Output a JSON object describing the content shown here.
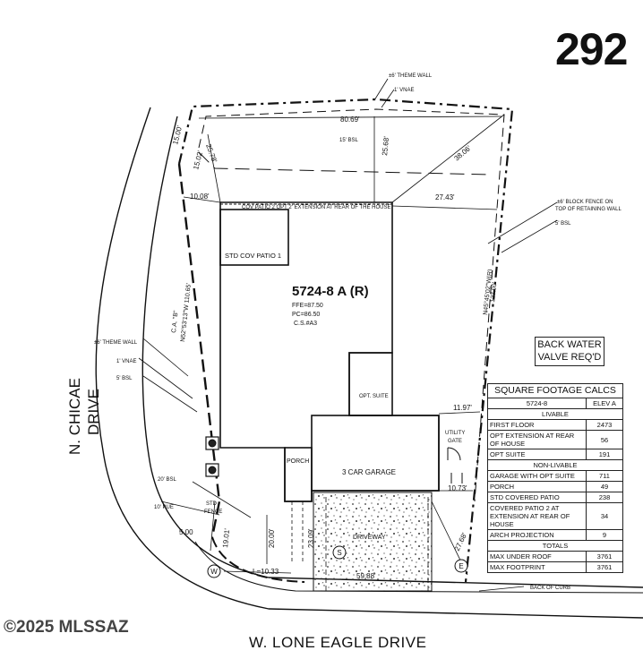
{
  "lot_number": "292",
  "copyright": "©2025 MLSSAZ",
  "streets": {
    "bottom": "W. LONE EAGLE DRIVE",
    "left_line1": "N. CHICAE",
    "left_line2": "DRIVE"
  },
  "plan": {
    "model": "5724-8 A (R)",
    "ffe": "FFE=87.50",
    "pc": "PC=86.50",
    "cs": "C.S.#A3",
    "std_cov_patio": "STD COV PATIO 1",
    "cov_patio_ext": "COV PATIO 2 OPT 2' EXTENSION AT REAR OF THE HOUSE",
    "opt_suite": "OPT. SUITE",
    "garage": "3 CAR GARAGE",
    "porch": "PORCH",
    "driveway": "DRIVEWAY",
    "utility_gate_1": "UTILITY",
    "utility_gate_2": "GATE",
    "std_fence_1": "STD",
    "std_fence_2": "FENCE"
  },
  "annotations": {
    "theme_wall_top": "±6' THEME WALL",
    "vnae_top": "1' VNAE",
    "block_fence_1": "±6' BLOCK FENCE ON",
    "block_fence_2": "TOP OF RETAINING WALL",
    "bsl_right": "5' BSL",
    "bsl_rear": "15' BSL",
    "theme_wall_left": "±6' THEME WALL",
    "vnae_left": "1' VNAE",
    "bsl_left": "5' BSL",
    "bsl_front": "20' BSL",
    "pue": "10' PUE",
    "back_of_curb": "BACK OF CURB",
    "ca_b": "C.A. \"B\"",
    "bearing_left": "N52°53'13\"W 110.65'",
    "bearing_right": "N45°45'02\"W(R)",
    "length_right": "127.00'"
  },
  "dimensions": {
    "d80_69": "80.69'",
    "d25_78": "25.78'",
    "d25_68": "25.68'",
    "d38_06": "38.06'",
    "d15_00": "15.00'",
    "d15_02": "15.02'",
    "d10_08": "10.08'",
    "d27_43": "27.43'",
    "d11_97": "11.97'",
    "d10_73": "10.73'",
    "d19_01": "19.01'",
    "d20_00": "20.00'",
    "d23_09": "23.09'",
    "d27_68": "27.68'",
    "d59_88": "59.88'",
    "d5_00": "5.00",
    "l10_33": "L=10.33"
  },
  "markers": {
    "w": "W",
    "s": "S",
    "e": "E"
  },
  "backwater": {
    "line1": "BACK WATER",
    "line2": "VALVE REQ'D"
  },
  "square_footage": {
    "title": "SQUARE FOOTAGE CALCS",
    "model": "5724-8",
    "elev": "ELEV A",
    "livable_label": "LIVABLE",
    "livable": [
      {
        "label": "FIRST FLOOR",
        "value": "2473"
      },
      {
        "label": "OPT EXTENSION AT REAR OF HOUSE",
        "value": "56"
      },
      {
        "label": "OPT SUITE",
        "value": "191"
      }
    ],
    "non_livable_label": "NON-LIVABLE",
    "non_livable": [
      {
        "label": "GARAGE WITH OPT SUITE",
        "value": "711"
      },
      {
        "label": "PORCH",
        "value": "49"
      },
      {
        "label": "STD COVERED PATIO",
        "value": "238"
      },
      {
        "label": "COVERED PATIO 2 AT EXTENSION AT REAR OF HOUSE",
        "value": "34"
      },
      {
        "label": "ARCH PROJECTION",
        "value": "9"
      }
    ],
    "totals_label": "TOTALS",
    "totals": [
      {
        "label": "MAX UNDER ROOF",
        "value": "3761"
      },
      {
        "label": "MAX FOOTPRINT",
        "value": "3761"
      }
    ]
  }
}
